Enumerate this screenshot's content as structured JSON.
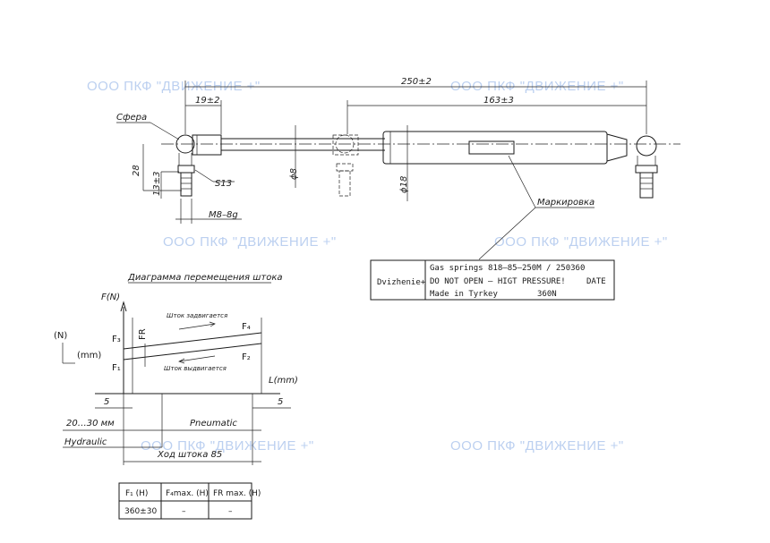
{
  "watermark": "ООО ПКФ \"ДВИЖЕНИЕ +\"",
  "drawing": {
    "dim_total": "250±2",
    "dim_body": "163±3",
    "dim_ball": "19±2",
    "label_sphere": "Сфера",
    "dim_28": "28",
    "dim_13": "13±3",
    "dim_s13": "S13",
    "dim_m8": "M8–8g",
    "dim_rod": "ϕ8",
    "dim_body_dia": "ϕ18",
    "label_marking": "Маркировка"
  },
  "marking_table": {
    "brand": "Dvizhenie+",
    "line1": "Gas springs 818–85–250M / 250360",
    "line2": "DO NOT OPEN – HIGT PRESSURE!",
    "line3": "Made in Tyrkey",
    "force": "360N",
    "date": "DATE"
  },
  "diagram": {
    "title": "Диаграмма перемещения штока",
    "axis_y": "F(N)",
    "axis_x": "L(mm)",
    "unit_n": "(N)",
    "unit_mm": "(mm)",
    "f1": "F₁",
    "f2": "F₂",
    "f3": "F₃",
    "f4": "F₄",
    "fr": "FR",
    "arrow_in": "Шток задвигается",
    "arrow_out": "Шток выдвигается",
    "dim_5_left": "5",
    "dim_5_right": "5",
    "label_range": "20…30 мм",
    "label_pneumatic": "Pneumatic",
    "label_hydraulic": "Hydraulic",
    "label_stroke": "Ход штока 85"
  },
  "force_table": {
    "headers": [
      "F₁ (H)",
      "F₄max. (H)",
      "FR max. (H)"
    ],
    "values": [
      "360±30",
      "–",
      "–"
    ]
  }
}
